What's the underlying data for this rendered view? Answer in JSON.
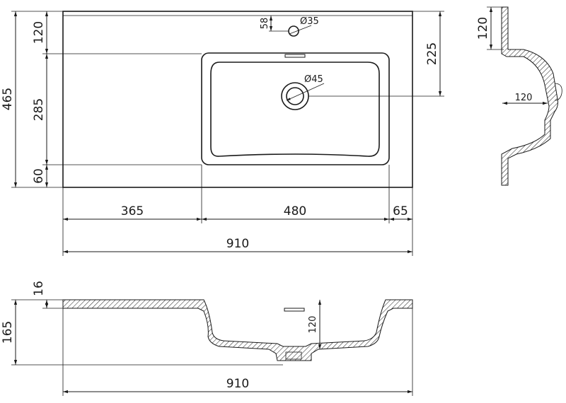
{
  "dimensions": {
    "top_view": {
      "total_depth": "465",
      "back_ledge": "120",
      "bowl_depth": "285",
      "front_ledge": "60",
      "tap_offset": "58",
      "tap_hole": "Ø35",
      "drain_hole": "Ø45",
      "drain_offset": "225",
      "left_shelf": "365",
      "bowl_width": "480",
      "right_edge": "65",
      "overall_width": "910"
    },
    "side_view": {
      "back_height": "120",
      "bowl_depth": "120"
    },
    "front_view": {
      "top_thickness": "16",
      "total_height": "165",
      "bowl_depth": "120",
      "overall_width": "910"
    }
  }
}
